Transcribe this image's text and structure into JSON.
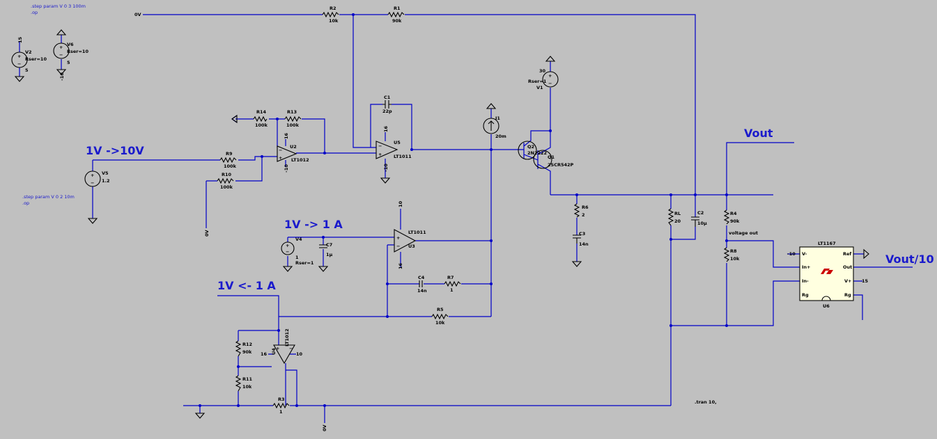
{
  "directives": {
    "step1": ".step param V 0 3 100m",
    "op1": ".op",
    "step2": ".step param V 0 2 10m",
    "op2": ".op",
    "tran": ".tran 10,"
  },
  "nets": {
    "zero_top": "0V",
    "zero_left": "0V",
    "zero_bottom": "0V",
    "voltage_out": "voltage out"
  },
  "labels": {
    "vin_ref": "1V ->10V",
    "i_ref": "1V -> 1 A",
    "i_back": "1V <- 1 A",
    "vout": "Vout",
    "vout10": "Vout/10"
  },
  "components": {
    "V2": {
      "name": "V2",
      "value": "Rser=10",
      "p": "15",
      "n": "5"
    },
    "V6": {
      "name": "V6",
      "value": "Rser=10",
      "p": "5",
      "n": "-10"
    },
    "V5": {
      "name": "V5",
      "value": "1.2"
    },
    "V4": {
      "name": "V4",
      "value": "1",
      "ser": "Rser=1"
    },
    "V1": {
      "name": "V1",
      "value": "30",
      "ser": "Rser=1"
    },
    "I1": {
      "name": "I1",
      "value": "20m"
    },
    "R1": {
      "name": "R1",
      "value": "90k"
    },
    "R2": {
      "name": "R2",
      "value": "10k"
    },
    "R3": {
      "name": "R3",
      "value": "1"
    },
    "R4": {
      "name": "R4",
      "value": "90k"
    },
    "R5": {
      "name": "R5",
      "value": "10k"
    },
    "R6": {
      "name": "R6",
      "value": "2"
    },
    "R7": {
      "name": "R7",
      "value": "1"
    },
    "R8": {
      "name": "R8",
      "value": "10k"
    },
    "R9": {
      "name": "R9",
      "value": "100k"
    },
    "R10": {
      "name": "R10",
      "value": "100k"
    },
    "R11": {
      "name": "R11",
      "value": "10k"
    },
    "R12": {
      "name": "R12",
      "value": "90k"
    },
    "R13": {
      "name": "R13",
      "value": "100k"
    },
    "R14": {
      "name": "R14",
      "value": "100k"
    },
    "RL": {
      "name": "RL",
      "value": "20"
    },
    "C1": {
      "name": "C1",
      "value": "22p"
    },
    "C2": {
      "name": "C2",
      "value": "10µ"
    },
    "C3": {
      "name": "C3",
      "value": "14n"
    },
    "C4": {
      "name": "C4",
      "value": "14n"
    },
    "C7": {
      "name": "C7",
      "value": "1µ"
    },
    "U2": {
      "name": "U2",
      "model": "LT1012",
      "vp": "16",
      "vn": "-10"
    },
    "U5": {
      "name": "U5",
      "model": "LT1011",
      "vp": "16",
      "vn": "-10"
    },
    "U3": {
      "name": "U3",
      "model": "LT1011",
      "vp": "10",
      "vn": "16"
    },
    "U4": {
      "name": "U4",
      "model": "LT1012",
      "vp": "16",
      "vn": "10"
    },
    "Q1": {
      "name": "Q1",
      "model": "2SCR542P"
    },
    "Q2": {
      "name": "Q2",
      "model": "2N2222"
    },
    "U6": {
      "name": "U6",
      "model": "LT1167",
      "pins": {
        "vm": "V-",
        "inp": "In+",
        "inm": "In-",
        "rg1": "Rg",
        "ref": "Ref",
        "out": "Out",
        "vp": "V+",
        "rg2": "Rg"
      },
      "vm_val": "-10",
      "vp_val": "15"
    }
  }
}
